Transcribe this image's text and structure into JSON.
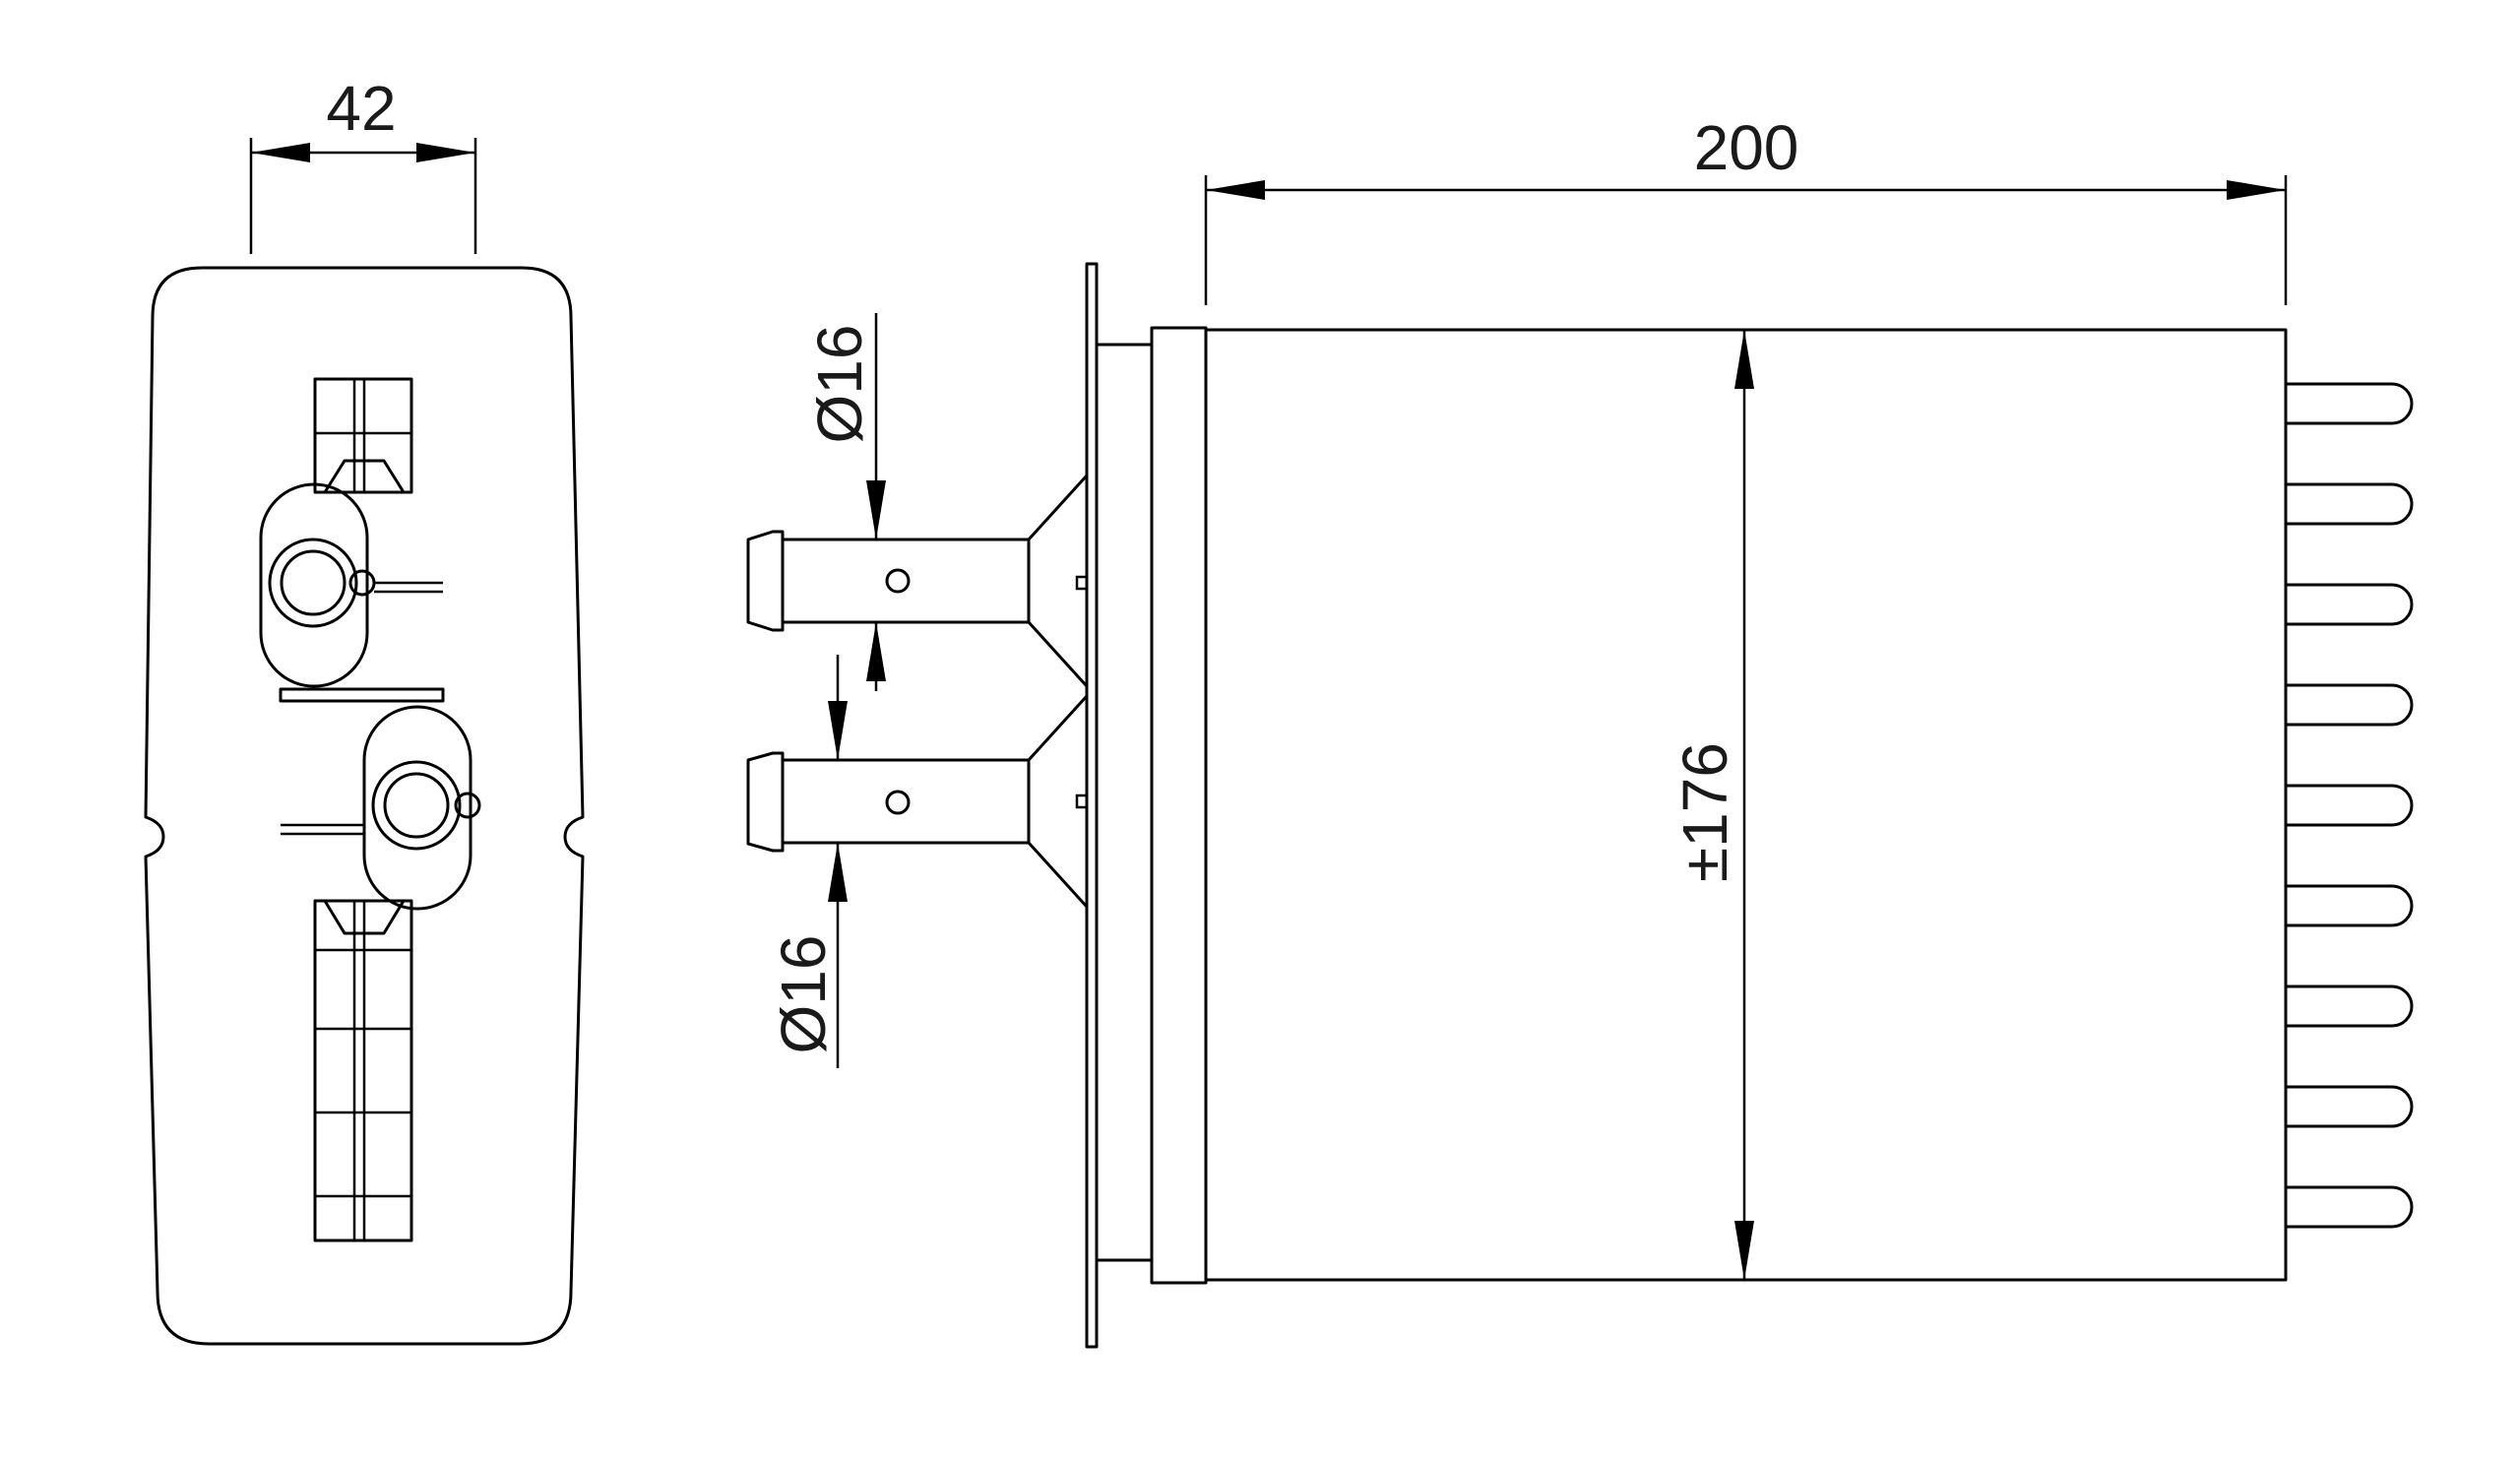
{
  "dimensions": {
    "depth": "42",
    "width": "200",
    "height": "±176",
    "inlet_diameter": "Ø16",
    "outlet_diameter": "Ø16"
  }
}
